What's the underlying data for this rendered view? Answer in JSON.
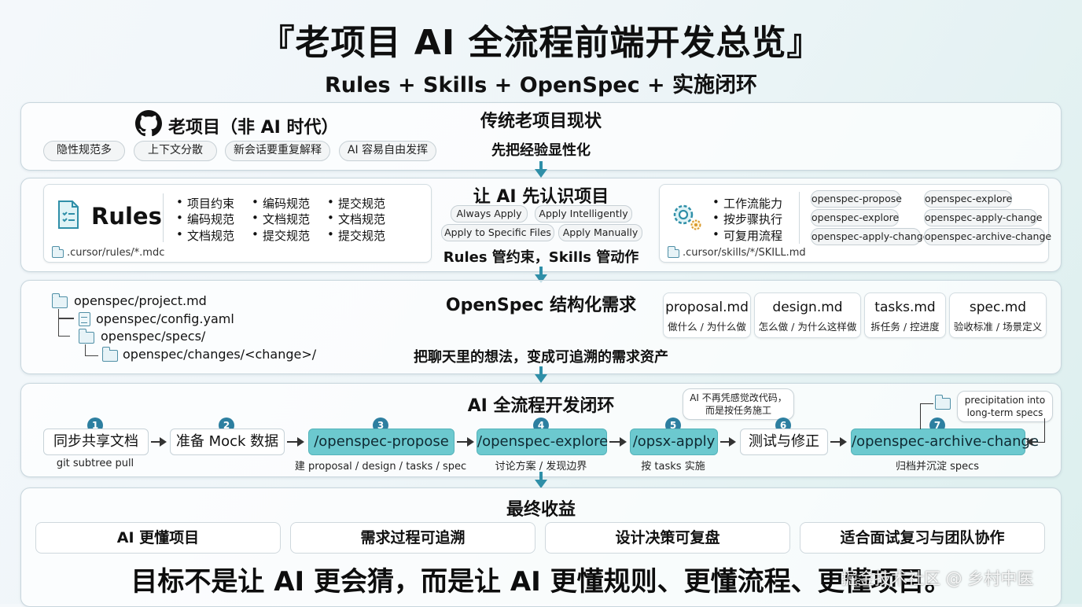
{
  "header": {
    "title": "『老项目 AI 全流程前端开发总览』",
    "subtitle": "Rules + Skills + OpenSpec + 实施闭环"
  },
  "legacy": {
    "label": "老项目（非 AI 时代）",
    "tags": [
      "隐性规范多",
      "上下文分散",
      "新会话要重复解释",
      "AI 容易自由发挥"
    ],
    "heading": "传统老项目现状",
    "subheading": "先把经验显性化"
  },
  "rules": {
    "title": "Rules",
    "bullets": [
      [
        "项目约束",
        "编码规范",
        "文档规范"
      ],
      [
        "编码规范",
        "文档规范",
        "提交规范"
      ],
      [
        "提交规范",
        "文档规范",
        "提交规范"
      ]
    ],
    "path": ".cursor/rules/*.mdc"
  },
  "middle": {
    "heading": "让 AI 先认识项目",
    "modes": [
      "Always Apply",
      "Apply Intelligently",
      "Apply to Specific Files",
      "Apply Manually"
    ],
    "footer": "Rules 管约束，Skills 管动作"
  },
  "skills": {
    "bullets": [
      "工作流能力",
      "按步骤执行",
      "可复用流程"
    ],
    "commands": [
      "openspec-propose",
      "openspec-explore",
      "openspec-explore",
      "openspec-apply-change",
      "openspec-apply-change",
      "openspec-archive-change"
    ],
    "path": ".cursor/skills/*/SKILL.md"
  },
  "openspec": {
    "heading": "OpenSpec 结构化需求",
    "tree": [
      "openspec/project.md",
      "openspec/config.yaml",
      "openspec/specs/",
      "openspec/changes/<change>/"
    ],
    "docs": [
      {
        "name": "proposal.md",
        "desc": "做什么 / 为什么做"
      },
      {
        "name": "design.md",
        "desc": "怎么做 / 为什么这样做"
      },
      {
        "name": "tasks.md",
        "desc": "拆任务 / 控进度"
      },
      {
        "name": "spec.md",
        "desc": "验收标准 / 场景定义"
      }
    ],
    "caption": "把聊天里的想法，变成可追溯的需求资产"
  },
  "loop": {
    "heading": "AI 全流程开发闭环",
    "steps": [
      {
        "num": "1",
        "label": "同步共享文档",
        "caption": "git subtree pull"
      },
      {
        "num": "2",
        "label": "准备 Mock 数据",
        "caption": ""
      },
      {
        "num": "3",
        "label": "/openspec-propose",
        "caption": "建 proposal / design / tasks / spec"
      },
      {
        "num": "4",
        "label": "/openspec-explore",
        "caption": "讨论方案 / 发现边界"
      },
      {
        "num": "5",
        "label": "/opsx-apply",
        "caption": "按 tasks 实施"
      },
      {
        "num": "6",
        "label": "测试与修正",
        "caption": ""
      },
      {
        "num": "7",
        "label": "/openspec-archive-change",
        "caption": "归档并沉淀 specs"
      }
    ],
    "bubble_apply": "AI 不再凭感觉改代码，\n而是按任务施工",
    "bubble_archive": "precipitation into\nlong-term specs"
  },
  "benefits": {
    "heading": "最终收益",
    "items": [
      "AI 更懂项目",
      "需求过程可追溯",
      "设计决策可复盘",
      "适合面试复习与团队协作"
    ],
    "goal": "目标不是让 AI 更会猜，而是让 AI 更懂规则、更懂流程、更懂项目。"
  },
  "watermark": "掘金技术社区 @ 乡村中医",
  "colors": {
    "accent": "#2f8fa8",
    "teal": "#6cc9cf",
    "badge": "#2d7fa0"
  }
}
